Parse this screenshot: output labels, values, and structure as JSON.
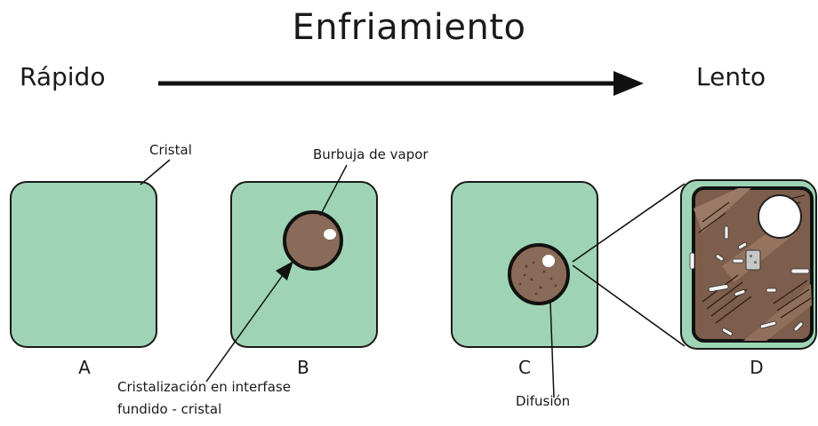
{
  "title": "Enfriamiento",
  "arrow_start_label": "Rápido",
  "arrow_end_label": "Lento",
  "callouts": {
    "cristal": "Cristal",
    "burbuja": "Burbuja de vapor",
    "cristalizacion_line1": "Cristalización en interfase",
    "cristalizacion_line2": "fundido - cristal",
    "difusion": "Difusión"
  },
  "panels": [
    {
      "letter": "A"
    },
    {
      "letter": "B"
    },
    {
      "letter": "C"
    },
    {
      "letter": "D"
    }
  ],
  "colors": {
    "glass": "#9ed4b5",
    "bubble": "#8a6a58",
    "outline": "#1a1a1a",
    "crystal_fill": "#7d5d4b"
  }
}
